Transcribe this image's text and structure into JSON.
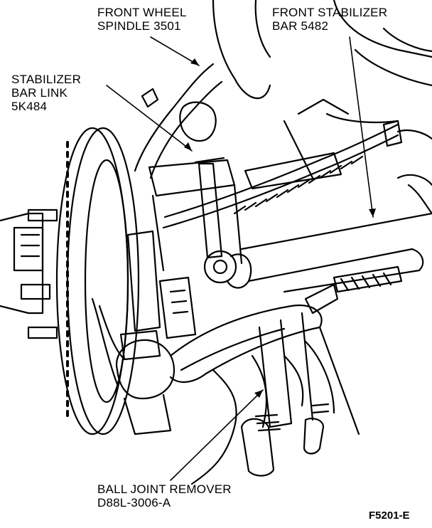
{
  "labels": {
    "spindle": {
      "line1": "FRONT WHEEL",
      "line2": "SPINDLE 3501"
    },
    "stabilizer_bar": {
      "line1": "FRONT STABILIZER",
      "line2": "BAR 5482"
    },
    "link": {
      "line1": "STABILIZER",
      "line2": "BAR LINK",
      "line3": "5K484"
    },
    "remover": {
      "line1": "BALL JOINT REMOVER",
      "line2": "D88L-3006-A"
    }
  },
  "figure_id": "F5201-E",
  "colors": {
    "ink": "#000000",
    "paper": "#ffffff"
  }
}
